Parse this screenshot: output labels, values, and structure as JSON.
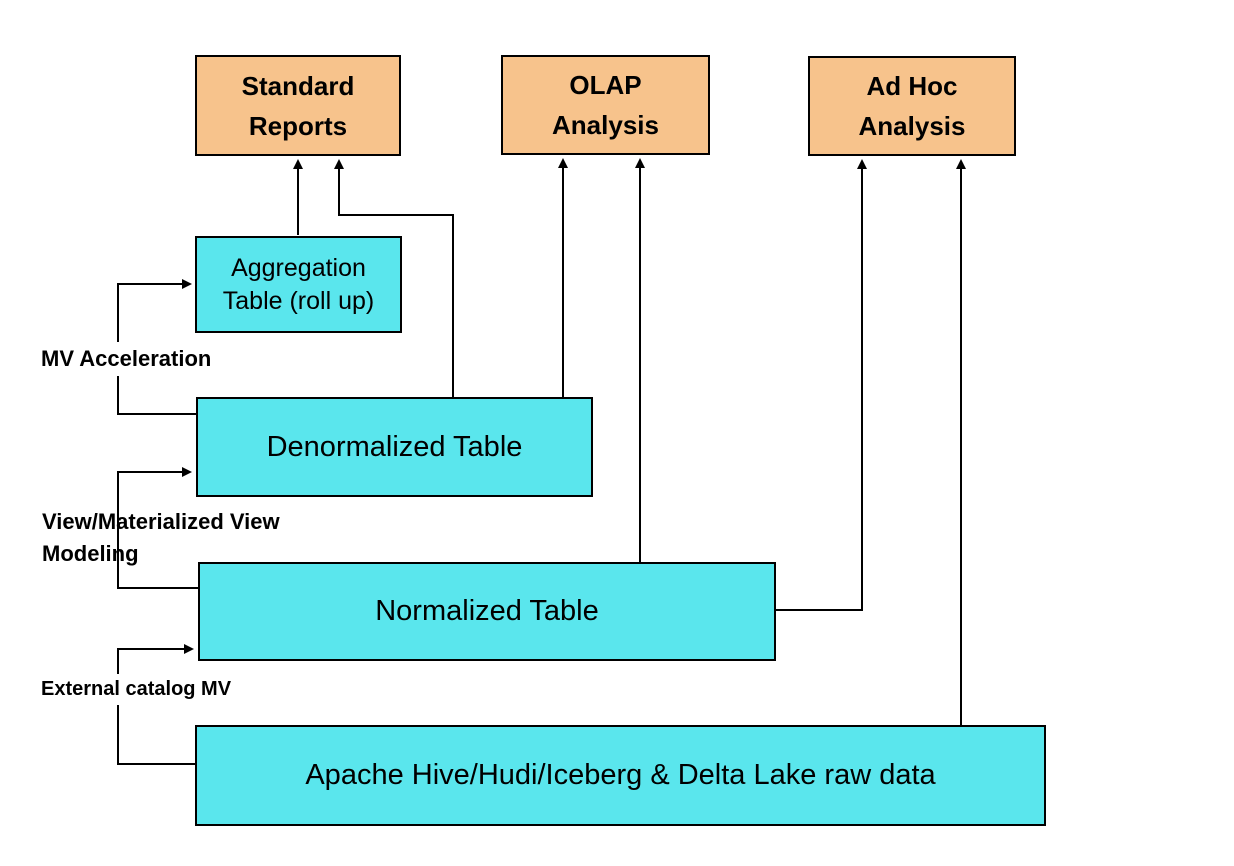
{
  "diagram": {
    "background": "#ffffff",
    "colors": {
      "consumer_box_fill": "#F7C38C",
      "table_box_fill": "#5AE6ED",
      "box_border": "#000000",
      "connector": "#000000",
      "label_text": "#000000"
    },
    "consumer_boxes": [
      {
        "id": "standard-reports",
        "label": "Standard\nReports"
      },
      {
        "id": "olap-analysis",
        "label": "OLAP\nAnalysis"
      },
      {
        "id": "ad-hoc-analysis",
        "label": "Ad Hoc\nAnalysis"
      }
    ],
    "table_boxes": [
      {
        "id": "aggregation-table",
        "label": "Aggregation\nTable (roll up)"
      },
      {
        "id": "denormalized-table",
        "label": "Denormalized Table"
      },
      {
        "id": "normalized-table",
        "label": "Normalized Table"
      },
      {
        "id": "raw-data",
        "label": "Apache Hive/Hudi/Iceberg & Delta Lake raw data"
      }
    ],
    "edge_labels": [
      {
        "id": "mv-acceleration",
        "label": "MV Acceleration"
      },
      {
        "id": "view-modeling",
        "label": "View/Materialized View\nModeling"
      },
      {
        "id": "external-catalog-mv",
        "label": "External catalog MV"
      }
    ],
    "edges": [
      {
        "from": "aggregation-table",
        "to": "standard-reports"
      },
      {
        "from": "denormalized-table",
        "to": "standard-reports"
      },
      {
        "from": "denormalized-table",
        "to": "olap-analysis"
      },
      {
        "from": "normalized-table",
        "to": "olap-analysis"
      },
      {
        "from": "normalized-table",
        "to": "ad-hoc-analysis"
      },
      {
        "from": "raw-data",
        "to": "ad-hoc-analysis"
      },
      {
        "from": "denormalized-table",
        "to": "aggregation-table",
        "label": "MV Acceleration"
      },
      {
        "from": "normalized-table",
        "to": "denormalized-table",
        "label": "View/Materialized View Modeling"
      },
      {
        "from": "raw-data",
        "to": "normalized-table",
        "label": "External catalog MV"
      }
    ]
  }
}
